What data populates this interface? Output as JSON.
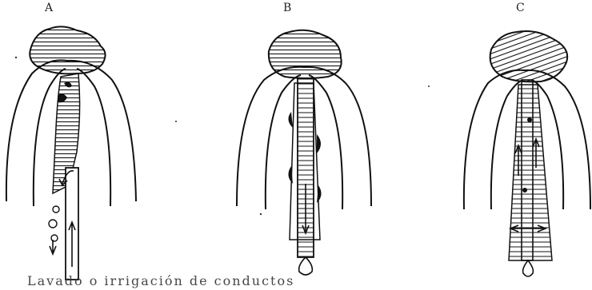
{
  "figure": {
    "panels": [
      {
        "label": "A"
      },
      {
        "label": "B"
      },
      {
        "label": "C"
      }
    ],
    "caption": "Lavado o irrigación de conductos"
  }
}
